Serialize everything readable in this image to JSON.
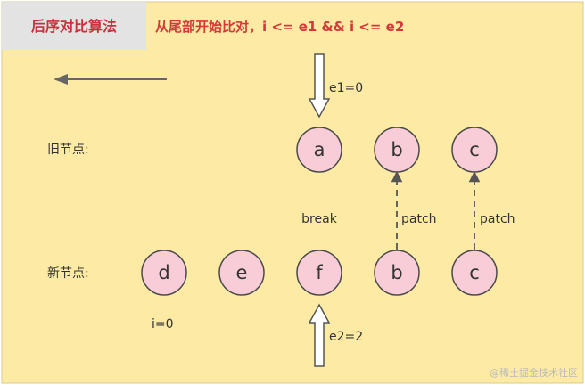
{
  "header": {
    "title": "后序对比算法",
    "subtitle": "从尾部开始比对，i <= e1 && i <= e2"
  },
  "rows": {
    "old_label": "旧节点:",
    "new_label": "新节点:"
  },
  "old_nodes": [
    {
      "label": "a"
    },
    {
      "label": "b"
    },
    {
      "label": "c"
    }
  ],
  "new_nodes": [
    {
      "label": "d"
    },
    {
      "label": "e"
    },
    {
      "label": "f"
    },
    {
      "label": "b"
    },
    {
      "label": "c"
    }
  ],
  "pointers": {
    "e1": "e1=0",
    "e2": "e2=2",
    "i": "i=0"
  },
  "annotations": {
    "break": "break",
    "patch_1": "patch",
    "patch_2": "patch"
  },
  "colors": {
    "background": "#fdeba5",
    "title_box": "#e3e3e3",
    "node_fill": "#f8cdd8",
    "node_stroke": "#4a4a4a",
    "title_text": "#c8313a"
  },
  "watermark": "@稀土掘金技术社区"
}
